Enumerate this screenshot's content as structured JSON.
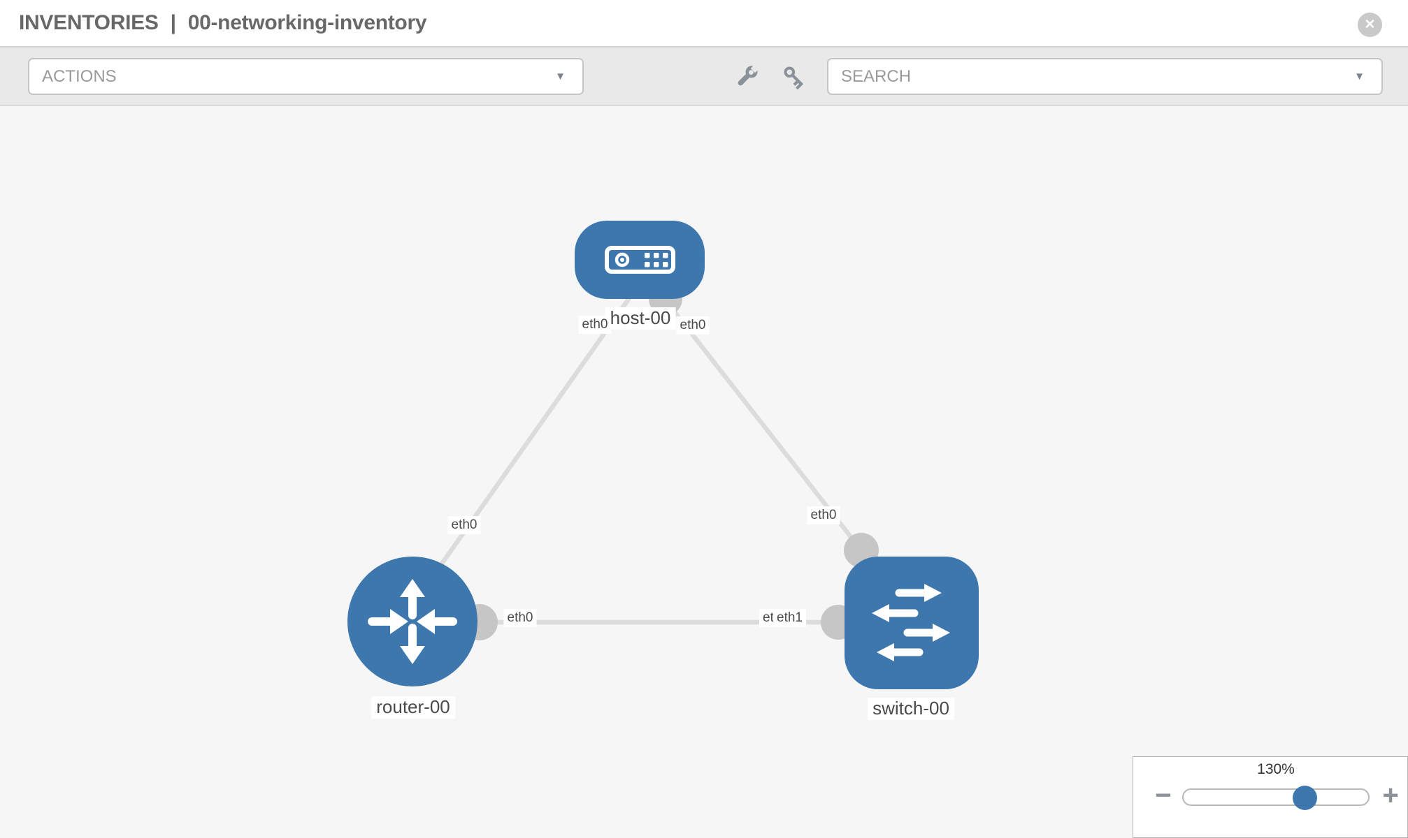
{
  "header": {
    "section": "INVENTORIES",
    "divider": "|",
    "inventory_name": "00-networking-inventory",
    "close_icon": "✕"
  },
  "toolbar": {
    "actions_dropdown": {
      "value": "ACTIONS",
      "caret_icon": "▼"
    },
    "wrench_icon": "wrench",
    "key_icon": "key",
    "search_dropdown": {
      "value": "SEARCH",
      "caret_icon": "▼"
    }
  },
  "diagram": {
    "nodes": [
      {
        "id": "host-00",
        "type": "host",
        "label": "host-00"
      },
      {
        "id": "router-00",
        "type": "router",
        "label": "router-00"
      },
      {
        "id": "switch-00",
        "type": "switch",
        "label": "switch-00"
      }
    ],
    "edges": [
      {
        "source": "host-00",
        "target": "router-00",
        "source_label": "eth0",
        "target_label": "eth0"
      },
      {
        "source": "host-00",
        "target": "switch-00",
        "source_label": "eth0",
        "target_label": "eth0"
      },
      {
        "source": "router-00",
        "target": "switch-00",
        "source_label": "eth0",
        "target_label_behind": "eth0",
        "target_label": "eth1"
      }
    ]
  },
  "zoom_control": {
    "percent": "130%",
    "minus_icon": "−",
    "plus_icon": "+"
  },
  "colors": {
    "node_blue": "#3d77ae",
    "link_gray": "#dcdcdc",
    "connector_gray": "#c6c6c6",
    "canvas_bg": "#f6f6f6",
    "toolbar_bg": "#e9e9e9"
  }
}
